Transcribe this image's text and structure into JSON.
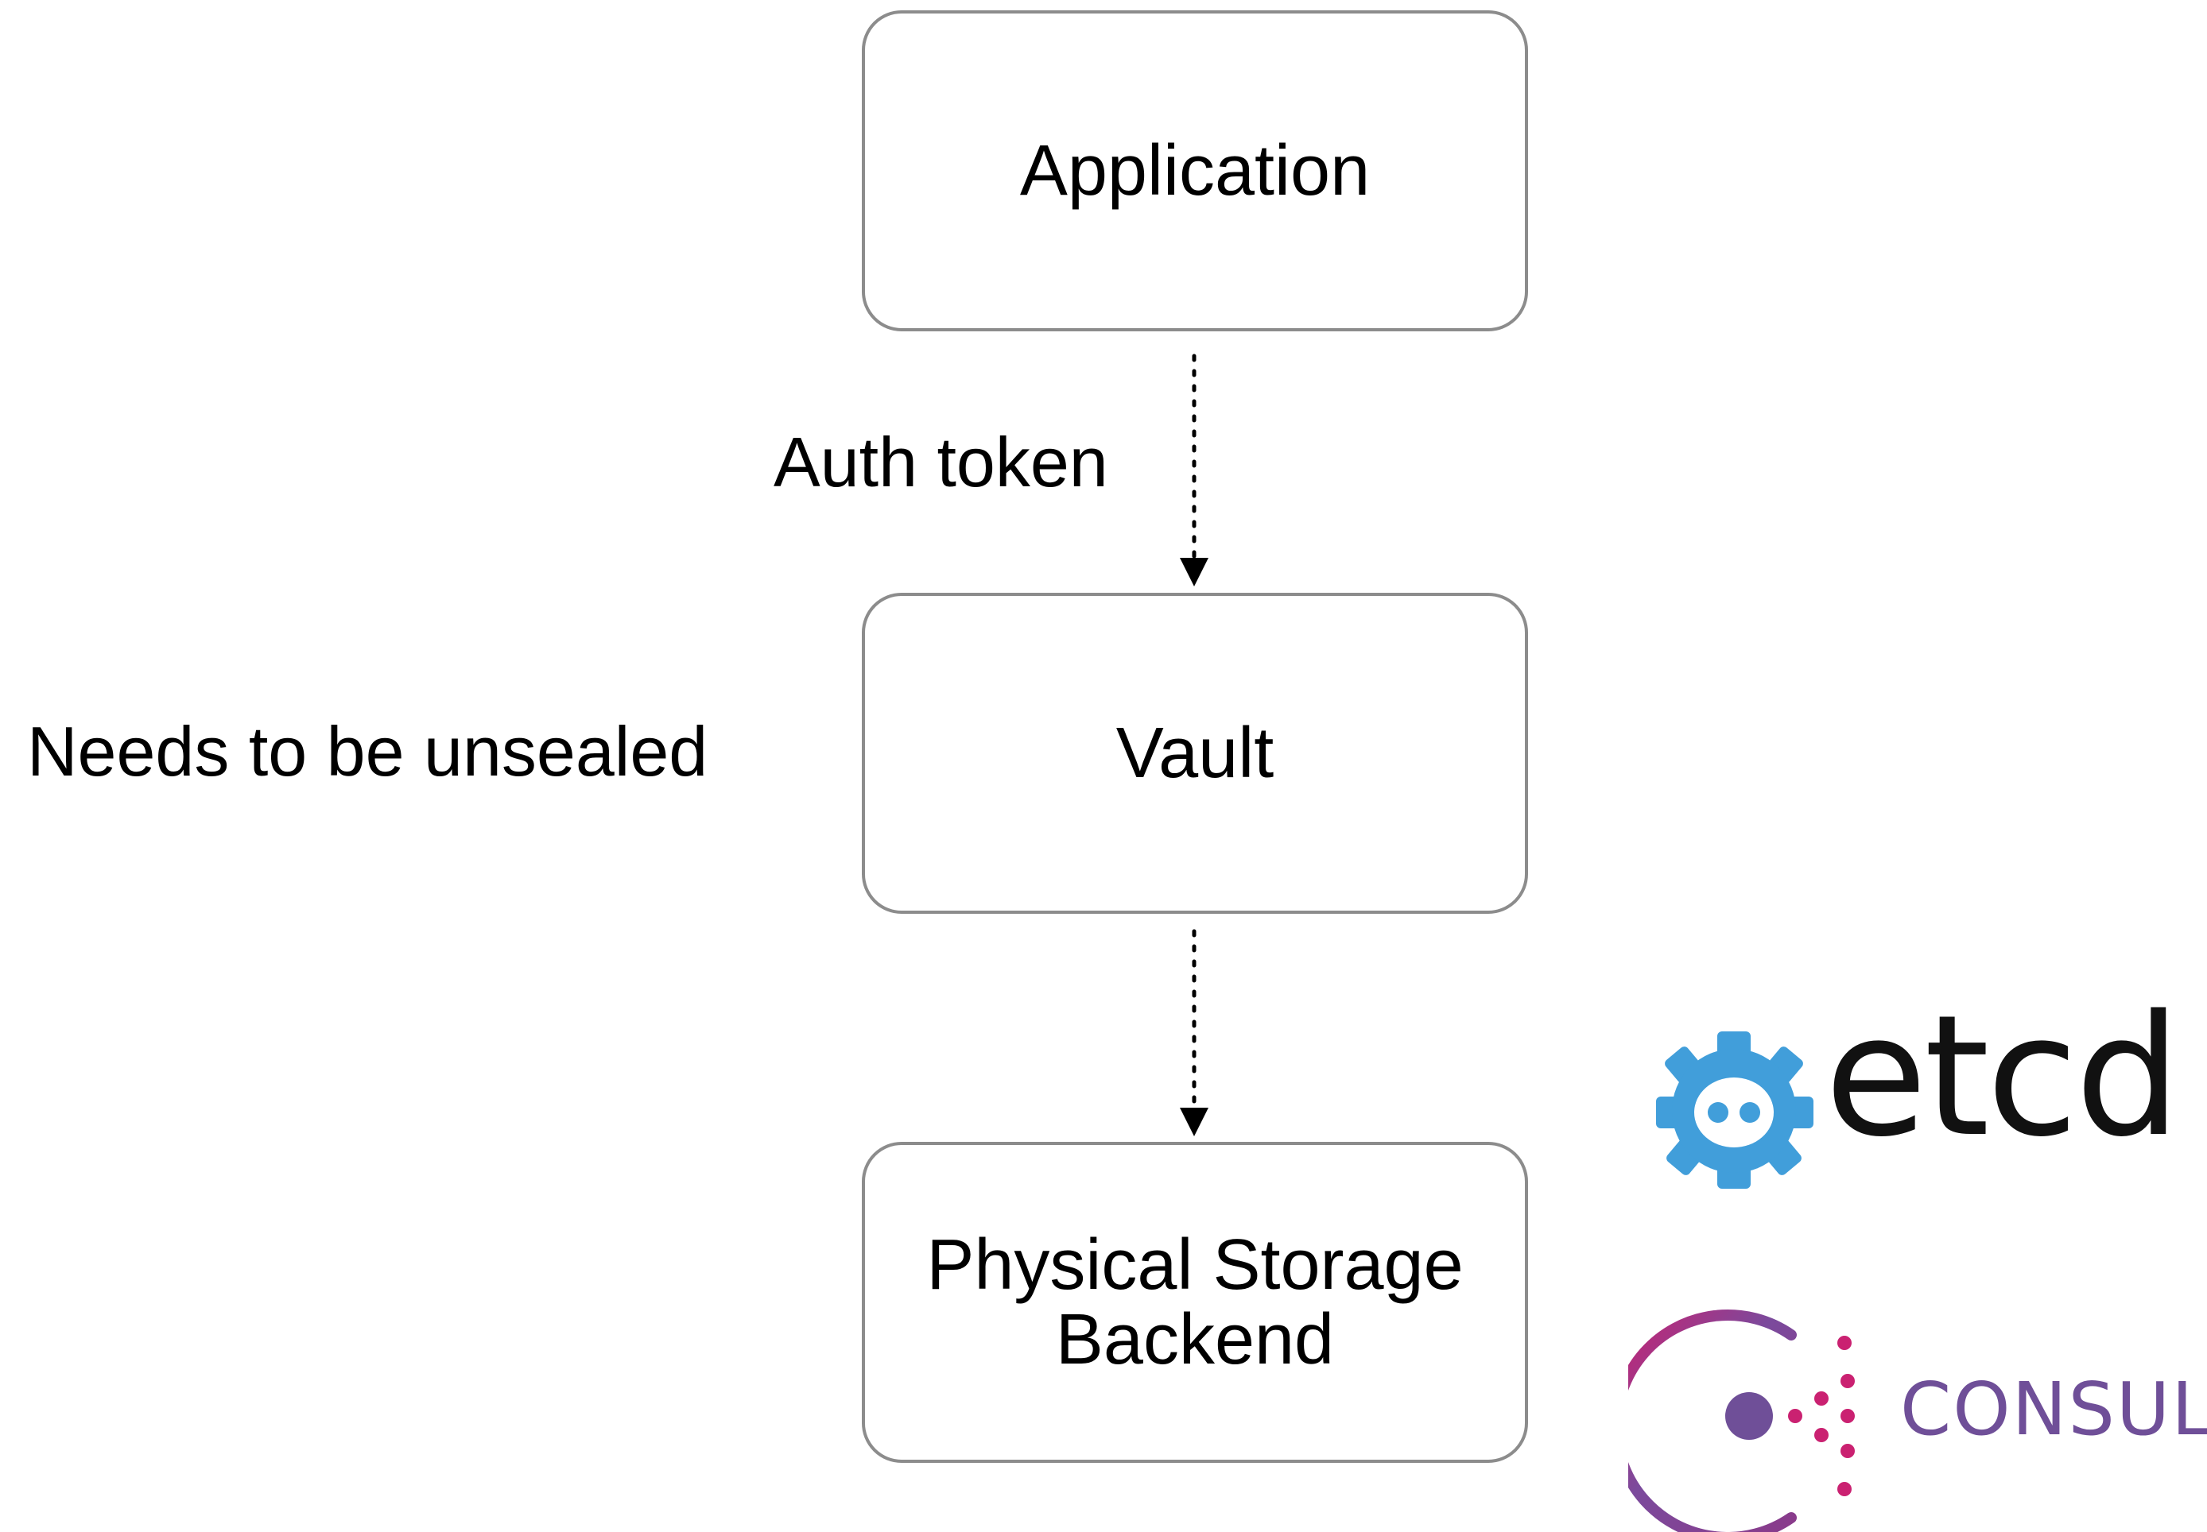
{
  "nodes": {
    "application": "Application",
    "vault": "Vault",
    "storage": "Physical Storage\nBackend"
  },
  "labels": {
    "auth_token": "Auth token",
    "unseal": "Needs to be unsealed"
  },
  "logos": {
    "etcd": {
      "text": "etcd",
      "icon": "etcd-gear-icon",
      "color": "#419eda"
    },
    "consul": {
      "text": "CONSUL",
      "icon": "consul-logo-icon",
      "color": "#6f4f98",
      "accent": "#ca2171"
    }
  },
  "colors": {
    "node_border": "#8c8c8c",
    "arrow": "#000000"
  }
}
